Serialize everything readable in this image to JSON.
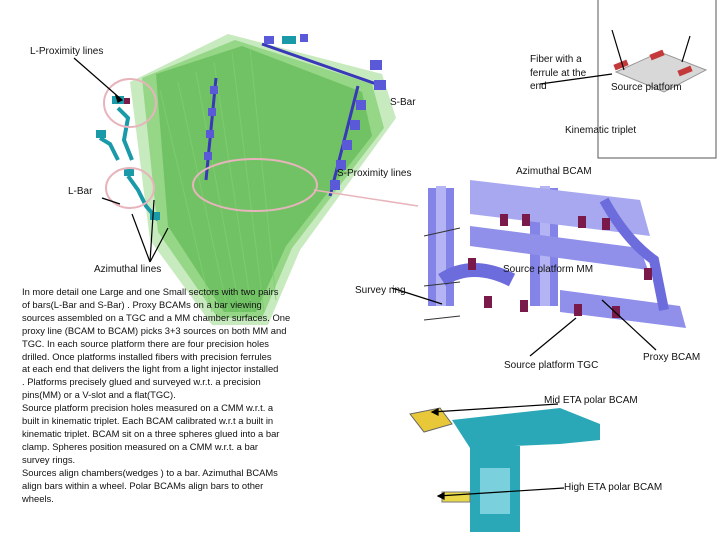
{
  "labels": {
    "l_proximity_lines": "L-Proximity lines",
    "fiber_ferrule": [
      "Fiber with a",
      "ferrule at the",
      "end"
    ],
    "source_platform": "Source platform",
    "s_bar": "S-Bar",
    "kinematic_triplet": "Kinematic triplet",
    "s_proximity_lines": "S-Proximity lines",
    "azimuthal_bcam": "Azimuthal BCAM",
    "l_bar": "L-Bar",
    "azimuthal_lines": "Azimuthal lines",
    "source_platform_mm": "Source platform MM",
    "survey_ring": "Survey ring",
    "source_platform_tgc": "Source platform TGC",
    "proxy_bcam": "Proxy BCAM",
    "mid_eta_polar_bcam": "Mid ETA polar BCAM",
    "high_eta_polar_bcam": "High ETA polar BCAM"
  },
  "description_lines": [
    "In more detail one Large and one Small sectors with two pairs",
    "of  bars(L-Bar and S-Bar) . Proxy BCAMs  on a bar viewing",
    "sources assembled on a TGC and a MM chamber surfaces. One",
    "proxy line (BCAM to BCAM) picks 3+3  sources on both MM and",
    "TGC. In each source platform there are four precision holes",
    "drilled. Once platforms installed fibers with precision ferrules",
    "at each end that delivers the light from a light injector installed",
    ". Platforms precisely glued and surveyed w.r.t. a precision",
    "pins(MM) or a V-slot and a flat(TGC).",
    " Source platform precision holes measured on a CMM w.r.t. a",
    "built in kinematic triplet. Each BCAM calibrated  w.r.t a built in",
    "kinematic triplet. BCAM sit on a three spheres glued into a bar",
    "clamp. Spheres position measured on a CMM w.r.t. a bar",
    "survey rings.",
    " Sources align chambers(wedges ) to a bar.  Azimuthal BCAMs",
    "align bars within a wheel. Polar BCAMs align bars to other",
    "wheels."
  ],
  "colors": {
    "wedge_green": "#5fbf4a",
    "bar_blue": "#5a5ad8",
    "bcam_teal": "#1a9aa8",
    "accent_pink": "#e8b4bc",
    "arrow_black": "#000000",
    "source_maroon": "#7a1a4a"
  }
}
